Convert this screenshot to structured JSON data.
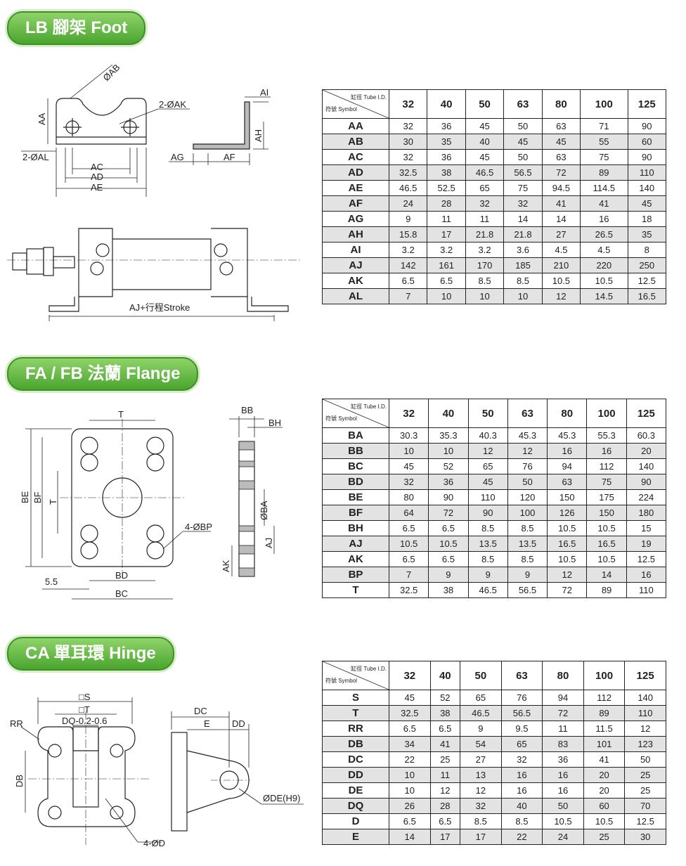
{
  "header_corner": {
    "top_right": "缸徑 Tube I.D.",
    "bottom_left": "符號 Symbol"
  },
  "sections": [
    {
      "title": "LB 腳架 Foot",
      "labels": {
        "ab": "ØAB",
        "aa": "AA",
        "ak": "2-ØAK",
        "al": "2-ØAL",
        "ac": "AC",
        "ad": "AD",
        "ae": "AE",
        "ai": "AI",
        "ah": "AH",
        "ag": "AG",
        "af": "AF",
        "aj": "AJ+行程Stroke"
      },
      "columns": [
        "32",
        "40",
        "50",
        "63",
        "80",
        "100",
        "125"
      ],
      "rows": [
        {
          "symbol": "AA",
          "values": [
            "32",
            "36",
            "45",
            "50",
            "63",
            "71",
            "90"
          ]
        },
        {
          "symbol": "AB",
          "values": [
            "30",
            "35",
            "40",
            "45",
            "45",
            "55",
            "60"
          ]
        },
        {
          "symbol": "AC",
          "values": [
            "32",
            "36",
            "45",
            "50",
            "63",
            "75",
            "90"
          ]
        },
        {
          "symbol": "AD",
          "values": [
            "32.5",
            "38",
            "46.5",
            "56.5",
            "72",
            "89",
            "110"
          ]
        },
        {
          "symbol": "AE",
          "values": [
            "46.5",
            "52.5",
            "65",
            "75",
            "94.5",
            "114.5",
            "140"
          ]
        },
        {
          "symbol": "AF",
          "values": [
            "24",
            "28",
            "32",
            "32",
            "41",
            "41",
            "45"
          ]
        },
        {
          "symbol": "AG",
          "values": [
            "9",
            "11",
            "11",
            "14",
            "14",
            "16",
            "18"
          ]
        },
        {
          "symbol": "AH",
          "values": [
            "15.8",
            "17",
            "21.8",
            "21.8",
            "27",
            "26.5",
            "35"
          ]
        },
        {
          "symbol": "AI",
          "values": [
            "3.2",
            "3.2",
            "3.2",
            "3.6",
            "4.5",
            "4.5",
            "8"
          ]
        },
        {
          "symbol": "AJ",
          "values": [
            "142",
            "161",
            "170",
            "185",
            "210",
            "220",
            "250"
          ]
        },
        {
          "symbol": "AK",
          "values": [
            "6.5",
            "6.5",
            "8.5",
            "8.5",
            "10.5",
            "10.5",
            "12.5"
          ]
        },
        {
          "symbol": "AL",
          "values": [
            "7",
            "10",
            "10",
            "10",
            "12",
            "14.5",
            "16.5"
          ]
        }
      ]
    },
    {
      "title": "FA / FB 法蘭 Flange",
      "labels": {
        "t": "T",
        "bb": "BB",
        "bh": "BH",
        "be": "BE",
        "bf": "BF",
        "t2": "T",
        "ba": "ØBA",
        "bp": "4-ØBP",
        "aj": "AJ",
        "ak": "AK",
        "dim55": "5.5",
        "bd": "BD",
        "bc": "BC"
      },
      "columns": [
        "32",
        "40",
        "50",
        "63",
        "80",
        "100",
        "125"
      ],
      "rows": [
        {
          "symbol": "BA",
          "values": [
            "30.3",
            "35.3",
            "40.3",
            "45.3",
            "45.3",
            "55.3",
            "60.3"
          ]
        },
        {
          "symbol": "BB",
          "values": [
            "10",
            "10",
            "12",
            "12",
            "16",
            "16",
            "20"
          ]
        },
        {
          "symbol": "BC",
          "values": [
            "45",
            "52",
            "65",
            "76",
            "94",
            "112",
            "140"
          ]
        },
        {
          "symbol": "BD",
          "values": [
            "32",
            "36",
            "45",
            "50",
            "63",
            "75",
            "90"
          ]
        },
        {
          "symbol": "BE",
          "values": [
            "80",
            "90",
            "110",
            "120",
            "150",
            "175",
            "224"
          ]
        },
        {
          "symbol": "BF",
          "values": [
            "64",
            "72",
            "90",
            "100",
            "126",
            "150",
            "180"
          ]
        },
        {
          "symbol": "BH",
          "values": [
            "6.5",
            "6.5",
            "8.5",
            "8.5",
            "10.5",
            "10.5",
            "15"
          ]
        },
        {
          "symbol": "AJ",
          "values": [
            "10.5",
            "10.5",
            "13.5",
            "13.5",
            "16.5",
            "16.5",
            "19"
          ]
        },
        {
          "symbol": "AK",
          "values": [
            "6.5",
            "6.5",
            "8.5",
            "8.5",
            "10.5",
            "10.5",
            "12.5"
          ]
        },
        {
          "symbol": "BP",
          "values": [
            "7",
            "9",
            "9",
            "9",
            "12",
            "14",
            "16"
          ]
        },
        {
          "symbol": "T",
          "values": [
            "32.5",
            "38",
            "46.5",
            "56.5",
            "72",
            "89",
            "110"
          ]
        }
      ]
    },
    {
      "title": "CA 單耳環 Hinge",
      "labels": {
        "s": "□S",
        "t": "□T",
        "dq": "DQ-0.2-0.6",
        "rr": "RR",
        "db": "DB",
        "d": "4-ØD",
        "dc": "DC",
        "e": "E",
        "dd": "DD",
        "de": "ØDE(H9)"
      },
      "columns": [
        "32",
        "40",
        "50",
        "63",
        "80",
        "100",
        "125"
      ],
      "rows": [
        {
          "symbol": "S",
          "values": [
            "45",
            "52",
            "65",
            "76",
            "94",
            "112",
            "140"
          ]
        },
        {
          "symbol": "T",
          "values": [
            "32.5",
            "38",
            "46.5",
            "56.5",
            "72",
            "89",
            "110"
          ]
        },
        {
          "symbol": "RR",
          "values": [
            "6.5",
            "6.5",
            "9",
            "9.5",
            "11",
            "11.5",
            "12"
          ]
        },
        {
          "symbol": "DB",
          "values": [
            "34",
            "41",
            "54",
            "65",
            "83",
            "101",
            "123"
          ]
        },
        {
          "symbol": "DC",
          "values": [
            "22",
            "25",
            "27",
            "32",
            "36",
            "41",
            "50"
          ]
        },
        {
          "symbol": "DD",
          "values": [
            "10",
            "11",
            "13",
            "16",
            "16",
            "20",
            "25"
          ]
        },
        {
          "symbol": "DE",
          "values": [
            "10",
            "12",
            "12",
            "16",
            "16",
            "20",
            "25"
          ]
        },
        {
          "symbol": "DQ",
          "values": [
            "26",
            "28",
            "32",
            "40",
            "50",
            "60",
            "70"
          ]
        },
        {
          "symbol": "D",
          "values": [
            "6.5",
            "6.5",
            "8.5",
            "8.5",
            "10.5",
            "10.5",
            "12.5"
          ]
        },
        {
          "symbol": "E",
          "values": [
            "14",
            "17",
            "17",
            "22",
            "24",
            "25",
            "30"
          ]
        }
      ]
    }
  ]
}
